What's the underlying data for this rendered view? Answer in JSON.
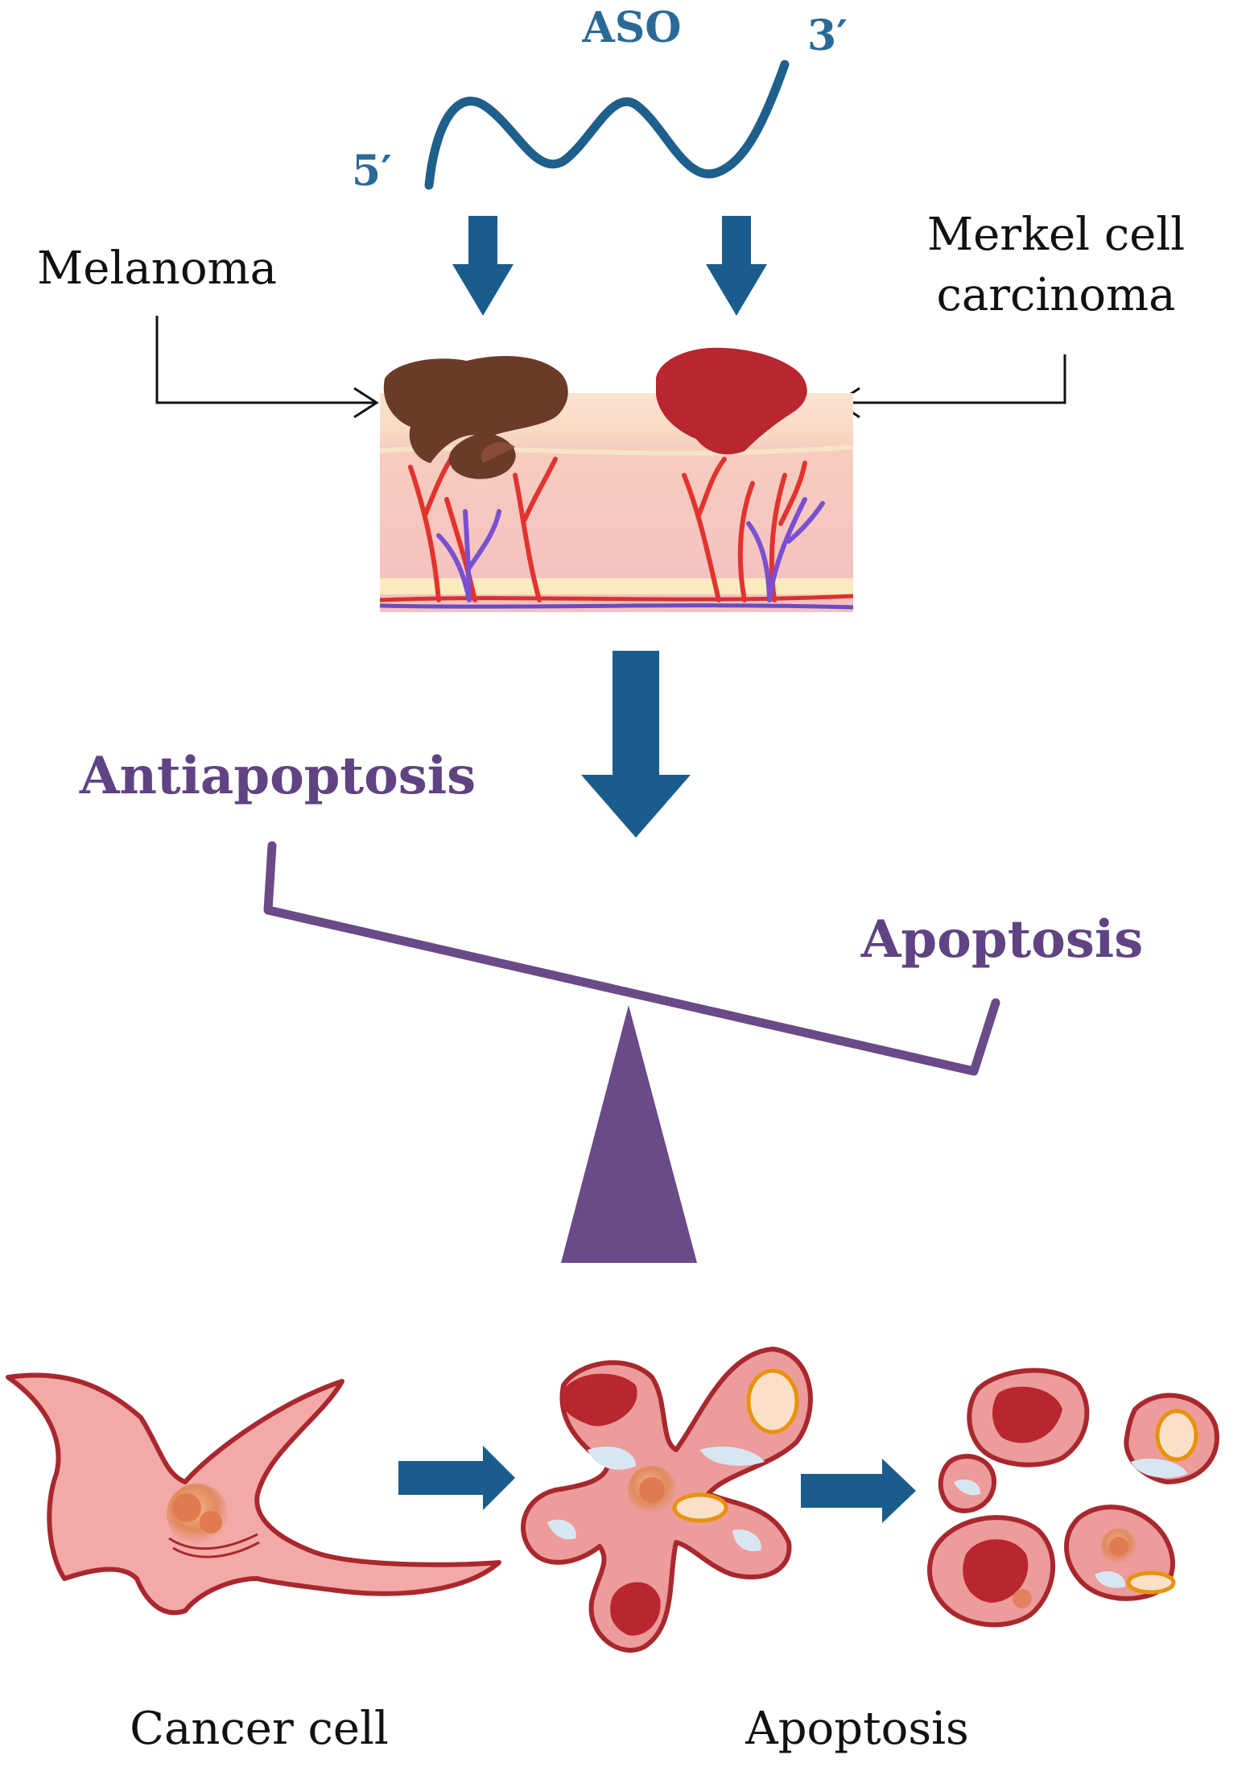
{
  "aso": {
    "title": "ASO",
    "end5": "5′",
    "end3": "3′"
  },
  "skin": {
    "left_label": "Melanoma",
    "right_label_line1": "Merkel cell",
    "right_label_line2": "carcinoma"
  },
  "balance": {
    "left_label": "Antiapoptosis",
    "right_label": "Apoptosis"
  },
  "cells": {
    "cancer_label": "Cancer cell",
    "apoptosis_label": "Apoptosis"
  },
  "colors": {
    "dna_blue": "#1f5f8b",
    "arrow_blue": "#1a5d8c",
    "balance_purple": "#6a4a87",
    "tumor_brown": "#6b3b2a",
    "tumor_red": "#b8262e",
    "cell_fill": "#e98e8e",
    "cell_outline": "#a8282e"
  }
}
